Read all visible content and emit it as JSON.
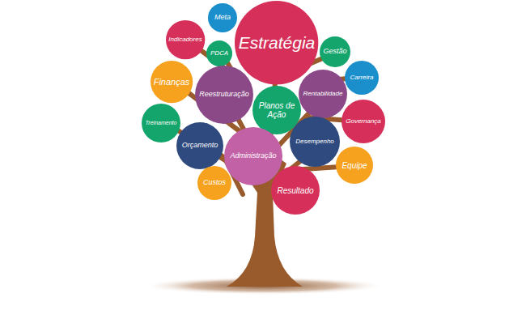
{
  "diagram": {
    "nodes": [
      {
        "text": [
          "Meta"
        ]
      },
      {
        "text": [
          "Indicadores"
        ]
      },
      {
        "text": [
          "PDCA"
        ]
      },
      {
        "text": [
          "Estratégia"
        ]
      },
      {
        "text": [
          "Gestão"
        ]
      },
      {
        "text": [
          "Carreira"
        ]
      },
      {
        "text": [
          "Finanças"
        ]
      },
      {
        "text": [
          "Reestruturação"
        ]
      },
      {
        "text": [
          "Rentabilidade"
        ]
      },
      {
        "text": [
          "Planos de Ação"
        ]
      },
      {
        "text": [
          "Governança"
        ]
      },
      {
        "text": [
          "Treinamento"
        ]
      },
      {
        "text": [
          "Orçamento"
        ]
      },
      {
        "text": [
          "Desempenho"
        ]
      },
      {
        "text": [
          "Administração"
        ]
      },
      {
        "text": [
          "Equipe"
        ]
      },
      {
        "text": [
          "Custos"
        ]
      },
      {
        "text": [
          "Resultado"
        ]
      }
    ]
  }
}
